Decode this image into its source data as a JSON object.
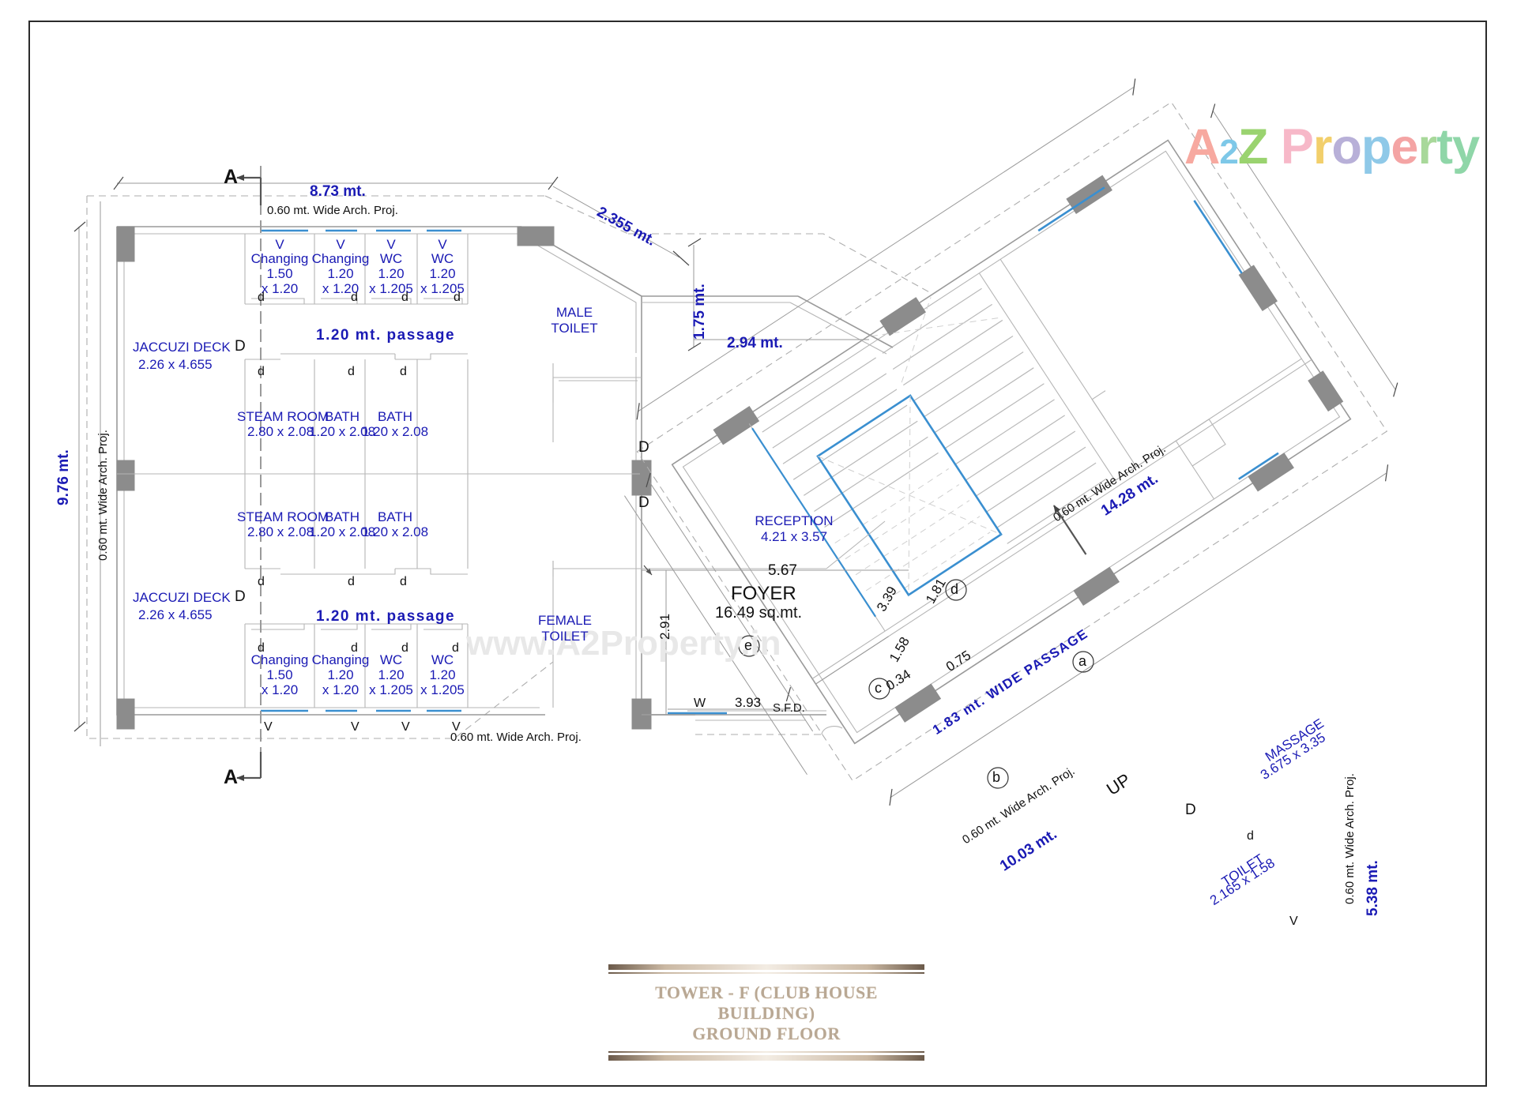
{
  "drawing": {
    "title_line1": "TOWER - F (CLUB HOUSE BUILDING)",
    "title_line2": "GROUND FLOOR",
    "watermark_url": "www.A2Property.in",
    "logo": {
      "a": "A",
      "two": "2",
      "z": "Z",
      "word": "Property"
    },
    "accent_blue": "#1a1ab4",
    "wall_gray": "#8c8c8c",
    "window_blue": "#3a8fd0"
  },
  "section_marks": {
    "top": "A",
    "bottom": "A"
  },
  "overall_dims": {
    "top_width": "8.73 mt.",
    "left_height": "9.76 mt.",
    "chamfer_top": "2.355 mt.",
    "chamfer_small": "1.75 mt.",
    "upper_right": "2.94 mt.",
    "wing_long": "14.28 mt.",
    "wing_bottom": "10.03 mt.",
    "wing_end": "5.38 mt."
  },
  "projection_notes": {
    "top": "0.60 mt. Wide Arch. Proj.",
    "left": "0.60 mt. Wide Arch. Proj.",
    "bottom": "0.60 mt. Wide Arch. Proj.",
    "wing_upper": "0.60 mt. Wide Arch. Proj.",
    "wing_lower": "0.60 mt. Wide Arch. Proj.",
    "wing_end": "0.60 mt. Wide Arch. Proj."
  },
  "passages": {
    "upper": "1.20 mt. passage",
    "lower": "1.20 mt. passage",
    "wing": "1.83 mt. WIDE PASSAGE"
  },
  "rooms_top": [
    {
      "tag": "V",
      "name": "Changing",
      "dim1": "1.50",
      "dim2": "x 1.20",
      "door": "d"
    },
    {
      "tag": "V",
      "name": "Changing",
      "dim1": "1.20",
      "dim2": "x 1.20",
      "door": "d"
    },
    {
      "tag": "V",
      "name": "WC",
      "dim1": "1.20",
      "dim2": "x 1.205",
      "door": "d"
    },
    {
      "tag": "V",
      "name": "WC",
      "dim1": "1.20",
      "dim2": "x 1.205",
      "door": "d"
    }
  ],
  "rooms_bottom": [
    {
      "tag": "V",
      "name": "Changing",
      "dim1": "1.50",
      "dim2": "x 1.20",
      "door": "d"
    },
    {
      "tag": "V",
      "name": "Changing",
      "dim1": "1.20",
      "dim2": "x 1.20",
      "door": "d"
    },
    {
      "tag": "V",
      "name": "WC",
      "dim1": "1.20",
      "dim2": "x 1.205",
      "door": "d"
    },
    {
      "tag": "V",
      "name": "WC",
      "dim1": "1.20",
      "dim2": "x 1.205",
      "door": "d"
    }
  ],
  "rooms_mid_upper": [
    {
      "name": "STEAM ROOM",
      "dim": "2.80 x 2.08"
    },
    {
      "name": "BATH",
      "dim": "1.20 x 2.08"
    },
    {
      "name": "BATH",
      "dim": "1.20 x 2.08"
    }
  ],
  "rooms_mid_lower": [
    {
      "name": "STEAM ROOM",
      "dim": "2.80 x 2.08"
    },
    {
      "name": "BATH",
      "dim": "1.20 x 2.08"
    },
    {
      "name": "BATH",
      "dim": "1.20 x 2.08"
    }
  ],
  "jaccuzi": [
    {
      "name": "JACCUZI DECK",
      "dim": "2.26 x 4.655",
      "door": "D"
    },
    {
      "name": "JACCUZI DECK",
      "dim": "2.26 x 4.655",
      "door": "D"
    }
  ],
  "toilets": {
    "male_l1": "MALE",
    "male_l2": "TOILET",
    "female_l1": "FEMALE",
    "female_l2": "TOILET"
  },
  "reception": {
    "name": "RECEPTION",
    "dim": "4.21 x 3.57"
  },
  "foyer": {
    "name": "FOYER",
    "area": "16.49 sq.mt.",
    "width": "5.67",
    "depth": "2.91"
  },
  "sfd": {
    "mark": "W",
    "value": "3.93",
    "label": "S.F.D."
  },
  "wing": {
    "massage": {
      "name": "MASSAGE",
      "dim": "3.675 x 3.35",
      "door": "D",
      "window": "d"
    },
    "toilet": {
      "name": "TOILET",
      "dim": "2.165 x 1.58",
      "vent": "V"
    },
    "stair": {
      "up": "UP"
    },
    "ref_marks": [
      "a",
      "b",
      "c",
      "d",
      "e"
    ],
    "dims": [
      "3.39",
      "1.81",
      "1.58",
      "0.34",
      "0.75"
    ]
  },
  "door_marks": {
    "jaccuzi_upper": "D",
    "jaccuzi_lower": "D",
    "male_toilet": "D",
    "female_toilet": "D",
    "wing_massage": "D"
  }
}
